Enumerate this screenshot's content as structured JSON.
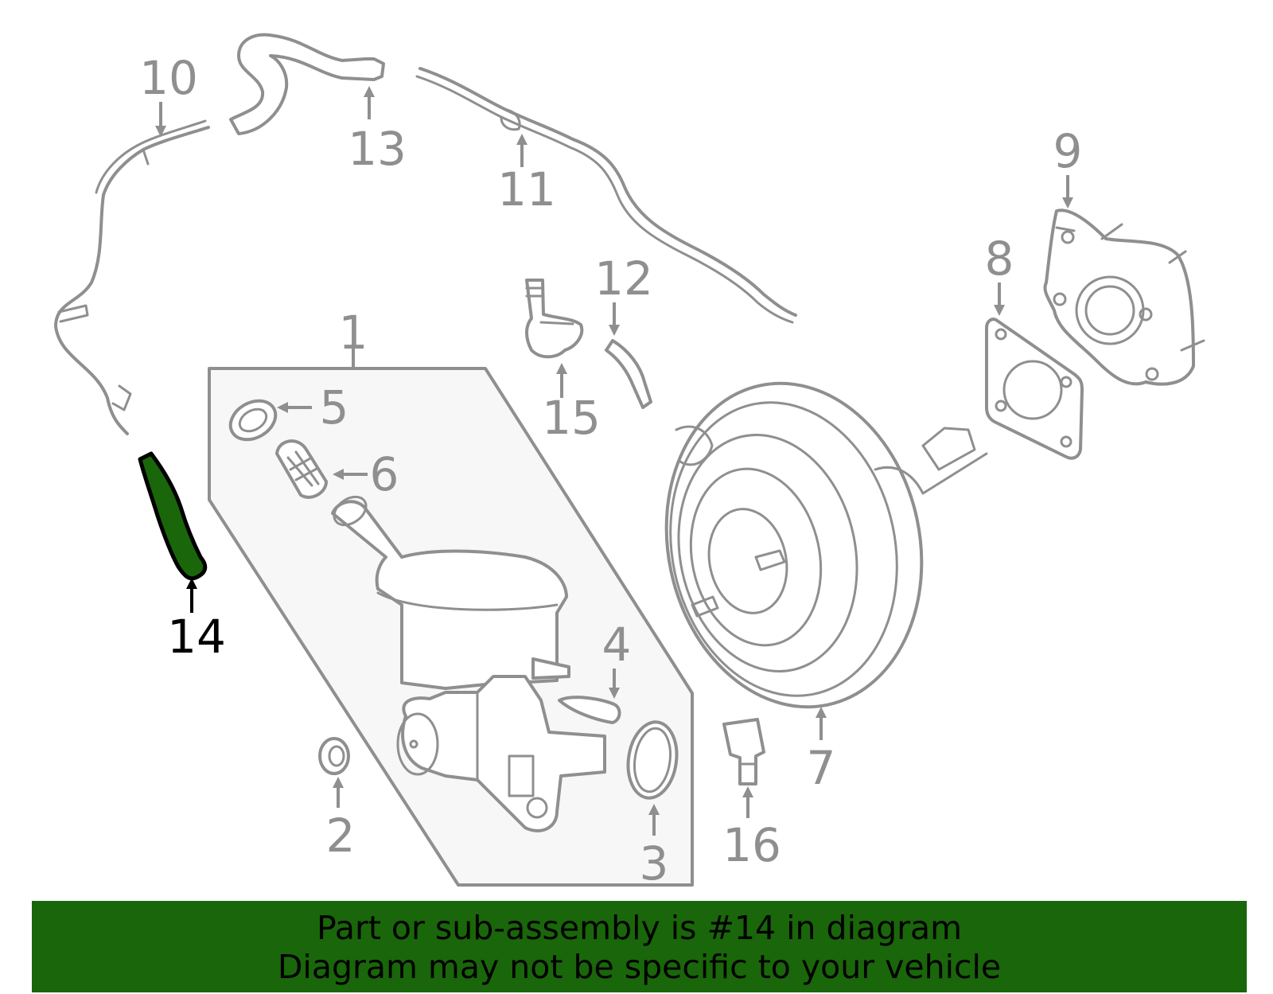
{
  "callouts": {
    "c1": "1",
    "c2": "2",
    "c3": "3",
    "c4": "4",
    "c5": "5",
    "c6": "6",
    "c7": "7",
    "c8": "8",
    "c9": "9",
    "c10": "10",
    "c11": "11",
    "c12": "12",
    "c13": "13",
    "c14": "14",
    "c15": "15",
    "c16": "16"
  },
  "highlight": {
    "part": "14",
    "color": "#1a660a"
  },
  "banner": {
    "line1": "Part or sub-assembly is #14 in diagram",
    "line2": "Diagram may not be specific to your vehicle"
  }
}
